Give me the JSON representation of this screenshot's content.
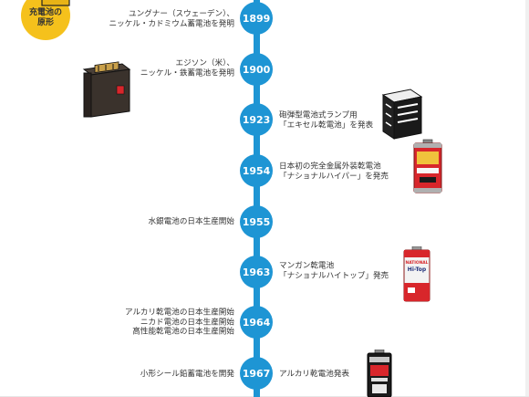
{
  "badge": {
    "line1": "充電池の",
    "line2": "原形"
  },
  "events": [
    {
      "year": "1899",
      "side": "left",
      "lines": [
        "ユングナー（スウェーデン）、",
        "ニッケル・カドミウム蓄電池を発明"
      ]
    },
    {
      "year": "1900",
      "side": "left",
      "lines": [
        "エジソン（米）、",
        "ニッケル・鉄蓄電池を発明"
      ]
    },
    {
      "year": "1923",
      "side": "right",
      "lines": [
        "砲弾型電池式ランプ用",
        "「エキセル乾電池」を発表"
      ]
    },
    {
      "year": "1954",
      "side": "right",
      "lines": [
        "日本初の完全金属外装乾電池",
        "「ナショナルハイパー」を発売"
      ]
    },
    {
      "year": "1955",
      "side": "left",
      "lines": [
        "水銀電池の日本生産開始"
      ]
    },
    {
      "year": "1963",
      "side": "right",
      "lines": [
        "マンガン乾電池",
        "「ナショナルハイトップ」発売"
      ]
    },
    {
      "year": "1964",
      "side": "left",
      "lines": [
        "アルカリ乾電池の日本生産開始",
        "ニカド電池の日本生産開始",
        "高性能乾電池の日本生産開始"
      ]
    },
    {
      "year": "1967",
      "side": "left",
      "lines": [
        "小形シール鉛蓄電池を開発"
      ]
    },
    {
      "year": "1967",
      "side": "right",
      "lines": [
        "アルカリ乾電池発表"
      ]
    }
  ],
  "product_labels": {
    "hitop": {
      "brand": "NATIONAL",
      "name": "Hi-Top"
    }
  },
  "colors": {
    "timeline": "#1e95d4",
    "badge": "#f5c11c",
    "battery_red": "#d8262b"
  },
  "icons": [
    "ni-cd-cell-icon",
    "edison-battery-icon",
    "excel-battery-can-icon",
    "national-hyper-battery-icon",
    "national-hitop-battery-icon",
    "alkaline-battery-icon"
  ]
}
